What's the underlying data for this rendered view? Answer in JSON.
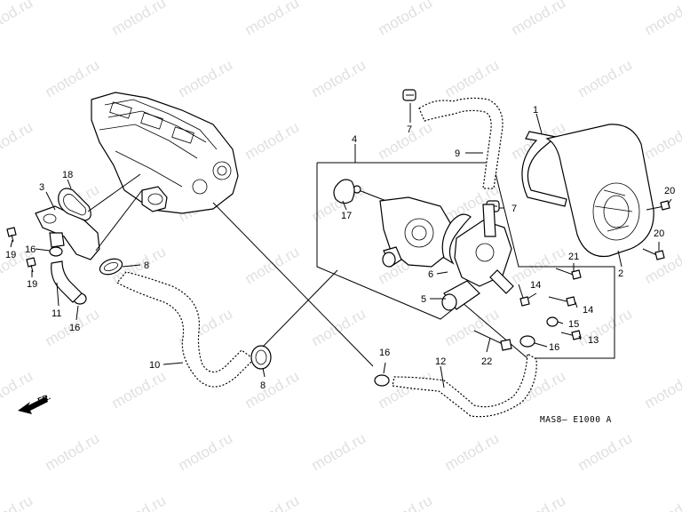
{
  "watermark": "motod.ru",
  "diagram_code": "MAS8– E1000 A",
  "direction_label": "FR.",
  "callouts": [
    "1",
    "2",
    "3",
    "4",
    "5",
    "6",
    "7",
    "7",
    "8",
    "8",
    "9",
    "10",
    "11",
    "12",
    "13",
    "14",
    "14",
    "15",
    "16",
    "16",
    "16",
    "16",
    "17",
    "18",
    "19",
    "19",
    "20",
    "20",
    "21",
    "22"
  ],
  "colors": {
    "line": "#000000",
    "watermark": "#c7c7c7",
    "background": "#ffffff"
  }
}
